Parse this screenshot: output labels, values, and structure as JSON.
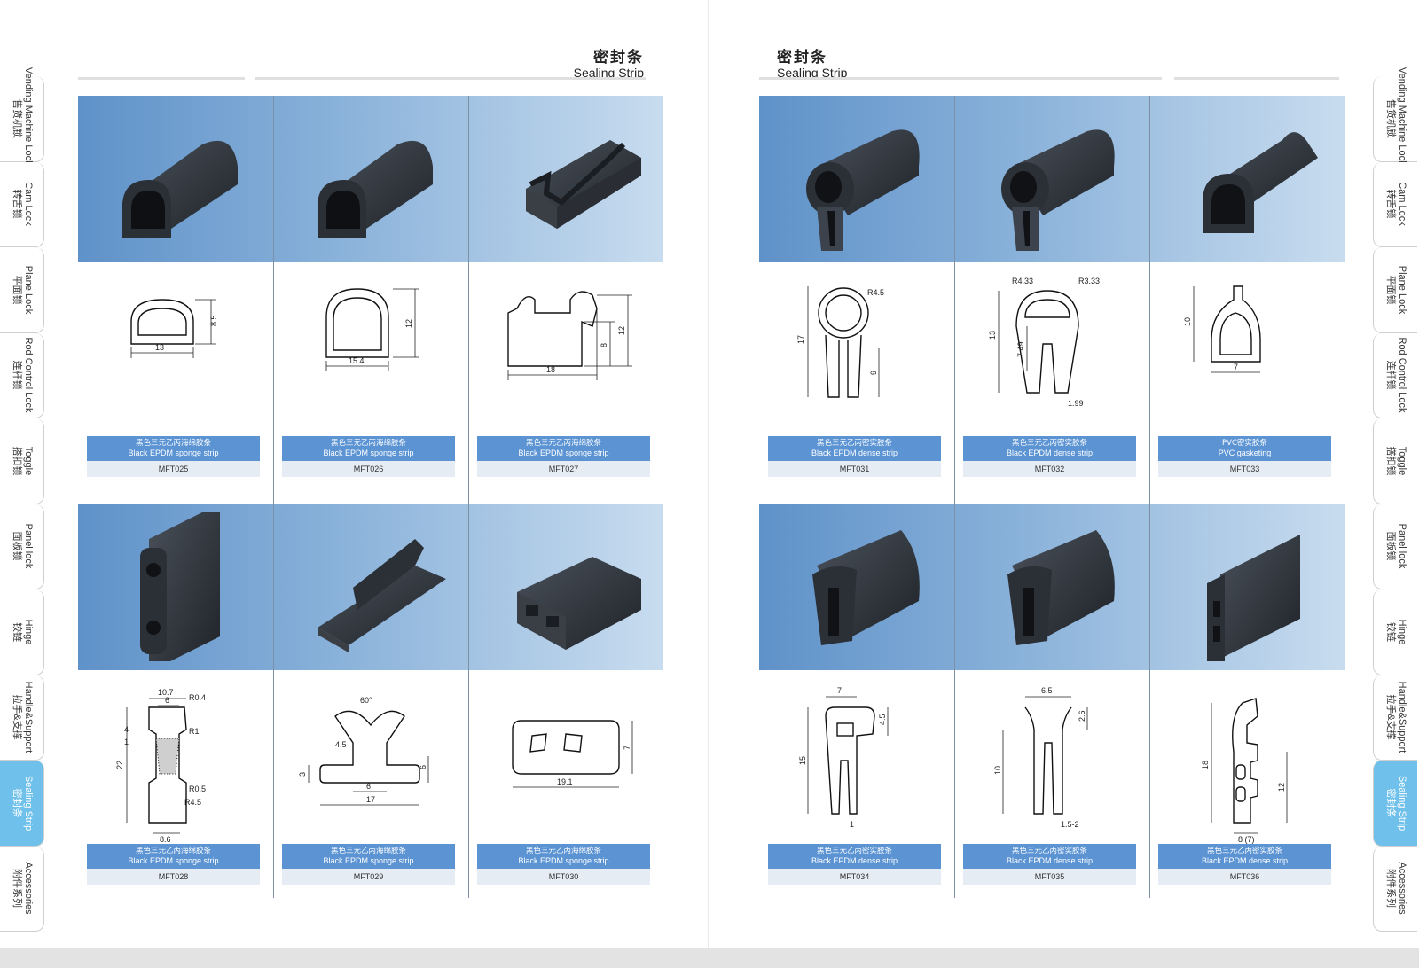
{
  "left_page": {
    "title_zh": "密封条",
    "title_en": "Sealing Strip",
    "tabs": [
      {
        "en": "Vending Machine Locks",
        "zh": "售货机锁"
      },
      {
        "en": "Cam Lock",
        "zh": "转舌锁"
      },
      {
        "en": "Plane Lock",
        "zh": "平面锁"
      },
      {
        "en": "Rod Control Lock",
        "zh": "连杆锁"
      },
      {
        "en": "Toggle",
        "zh": "搭扣锁"
      },
      {
        "en": "Panel lock",
        "zh": "面板锁"
      },
      {
        "en": "Hinge",
        "zh": "铰链"
      },
      {
        "en": "Handle&Support",
        "zh": "拉手&支撑"
      },
      {
        "en": "Sealing Strip",
        "zh": "密封条"
      },
      {
        "en": "Accessories",
        "zh": "附件系列"
      }
    ],
    "products": [
      {
        "code": "MFT025",
        "zh": "黑色三元乙丙海绵胶条",
        "en": "Black EPDM sponge strip",
        "dims": [
          "13",
          "8.5"
        ]
      },
      {
        "code": "MFT026",
        "zh": "黑色三元乙丙海绵胶条",
        "en": "Black EPDM sponge strip",
        "dims": [
          "15.4",
          "12"
        ]
      },
      {
        "code": "MFT027",
        "zh": "黑色三元乙丙海绵胶条",
        "en": "Black EPDM sponge strip",
        "dims": [
          "18",
          "8",
          "12"
        ]
      },
      {
        "code": "MFT028",
        "zh": "黑色三元乙丙海绵胶条",
        "en": "Black EPDM sponge strip",
        "dims": [
          "10.7",
          "6",
          "R0.4",
          "4",
          "1",
          "22",
          "R1",
          "R0.5",
          "R4.5",
          "8.6"
        ]
      },
      {
        "code": "MFT029",
        "zh": "黑色三元乙丙海绵胶条",
        "en": "Black EPDM sponge strip",
        "dims": [
          "60°",
          "4.5",
          "3",
          "6",
          "6",
          "17"
        ]
      },
      {
        "code": "MFT030",
        "zh": "黑色三元乙丙海绵胶条",
        "en": "Black EPDM sponge strip",
        "dims": [
          "19.1",
          "7"
        ]
      }
    ]
  },
  "right_page": {
    "title_zh": "密封条",
    "title_en": "Sealing Strip",
    "tabs": [
      {
        "en": "Vending Machine Locks",
        "zh": "售货机锁"
      },
      {
        "en": "Cam Lock",
        "zh": "转舌锁"
      },
      {
        "en": "Plane Lock",
        "zh": "平面锁"
      },
      {
        "en": "Rod Control Lock",
        "zh": "连杆锁"
      },
      {
        "en": "Toggle",
        "zh": "搭扣锁"
      },
      {
        "en": "Panel lock",
        "zh": "面板锁"
      },
      {
        "en": "Hinge",
        "zh": "铰链"
      },
      {
        "en": "Handle&Support",
        "zh": "拉手&支撑"
      },
      {
        "en": "Sealing Strip",
        "zh": "密封条"
      },
      {
        "en": "Accessories",
        "zh": "附件系列"
      }
    ],
    "products": [
      {
        "code": "MFT031",
        "zh": "黑色三元乙丙密实胶条",
        "en": "Black EPDM dense strip",
        "dims": [
          "R4.5",
          "17",
          "9"
        ]
      },
      {
        "code": "MFT032",
        "zh": "黑色三元乙丙密实胶条",
        "en": "Black EPDM dense strip",
        "dims": [
          "R4.33",
          "R3.33",
          "13",
          "7.49",
          "1.99"
        ]
      },
      {
        "code": "MFT033",
        "zh": "PVC密实胶条",
        "en": "PVC gasketing",
        "dims": [
          "10",
          "7"
        ]
      },
      {
        "code": "MFT034",
        "zh": "黑色三元乙丙密实胶条",
        "en": "Black EPDM dense strip",
        "dims": [
          "7",
          "4.5",
          "15",
          "1"
        ]
      },
      {
        "code": "MFT035",
        "zh": "黑色三元乙丙密实胶条",
        "en": "Black EPDM dense strip",
        "dims": [
          "6.5",
          "2.6",
          "10",
          "1.5-2"
        ]
      },
      {
        "code": "MFT036",
        "zh": "黑色三元乙丙密实胶条",
        "en": "Black EPDM dense strip",
        "dims": [
          "18",
          "12",
          "8 (7)"
        ]
      }
    ]
  },
  "active_tab": "Sealing Strip",
  "colors": {
    "band_start": "#5f92c9",
    "band_end": "#c8dcef",
    "label_blue": "#5b93d3",
    "label_code_bg": "#e5ecf4",
    "tab_active": "#6fc0ea"
  }
}
